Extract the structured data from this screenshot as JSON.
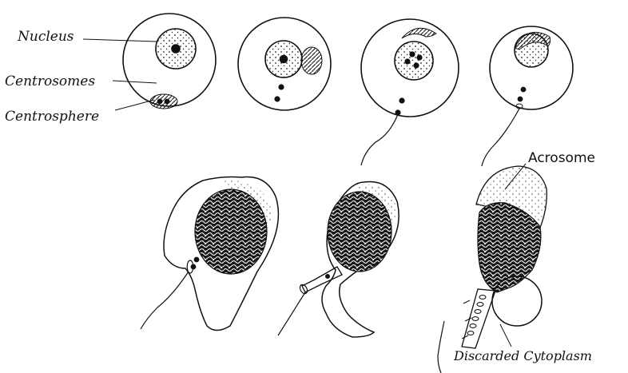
{
  "labels": {
    "nucleus": "Nucleus",
    "centrosomes": "Centrosomes",
    "centrosphere": "Centrosphere",
    "acrosome": "Acrosome",
    "discarded_cytoplasm": "Discarded Cytoplasm"
  },
  "colors": {
    "ink": "#111111",
    "background": "#ffffff"
  }
}
